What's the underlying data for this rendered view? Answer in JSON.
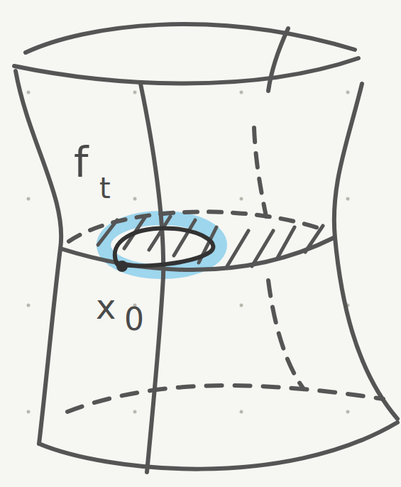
{
  "diagram": {
    "labels": [
      "f",
      "t",
      "x",
      "0"
    ]
  }
}
